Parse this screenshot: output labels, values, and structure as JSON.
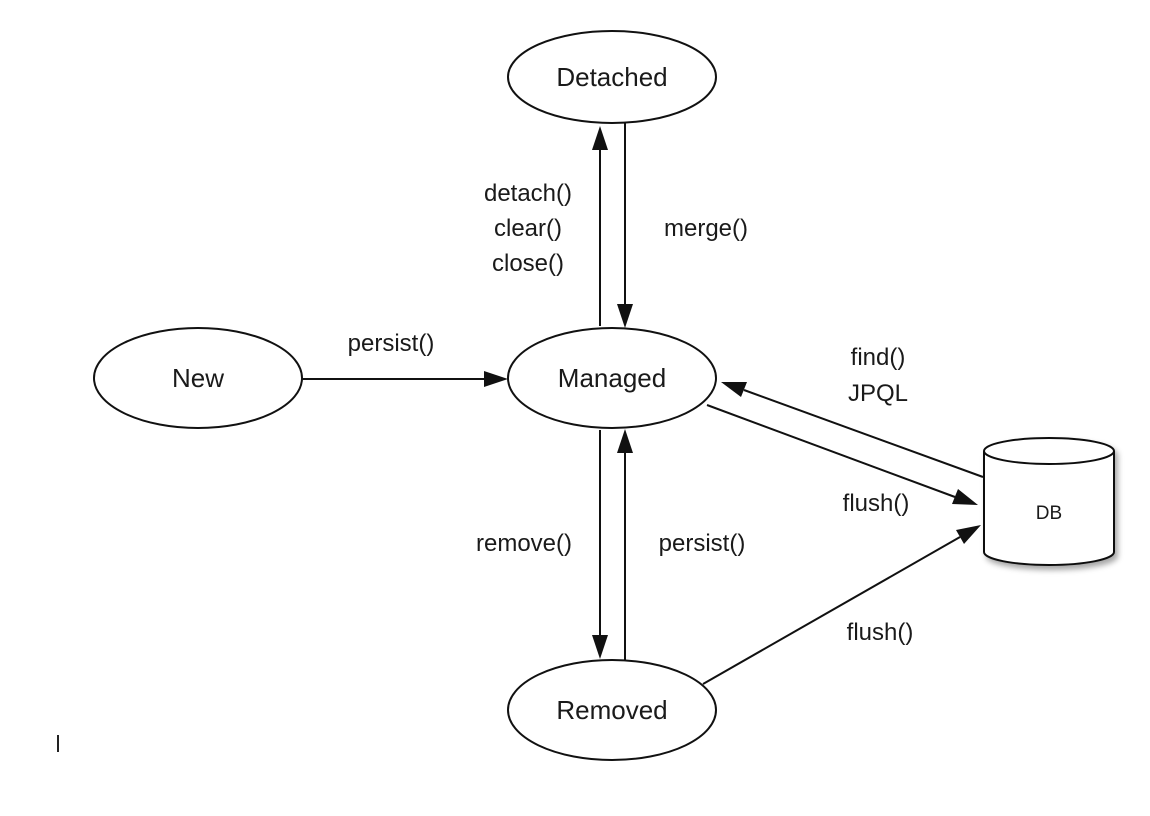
{
  "states": {
    "detached": "Detached",
    "new": "New",
    "managed": "Managed",
    "removed": "Removed",
    "db": "DB"
  },
  "transitions": {
    "managed_to_detached": [
      "detach()",
      "clear()",
      "close()"
    ],
    "detached_to_managed": "merge()",
    "new_to_managed": "persist()",
    "db_to_managed": [
      "find()",
      "JPQL"
    ],
    "managed_to_db": "flush()",
    "managed_to_removed": "remove()",
    "removed_to_managed": "persist()",
    "removed_to_db": "flush()"
  },
  "colors": {
    "stroke": "#111111",
    "text": "#1a1a1a",
    "background": "#ffffff"
  }
}
